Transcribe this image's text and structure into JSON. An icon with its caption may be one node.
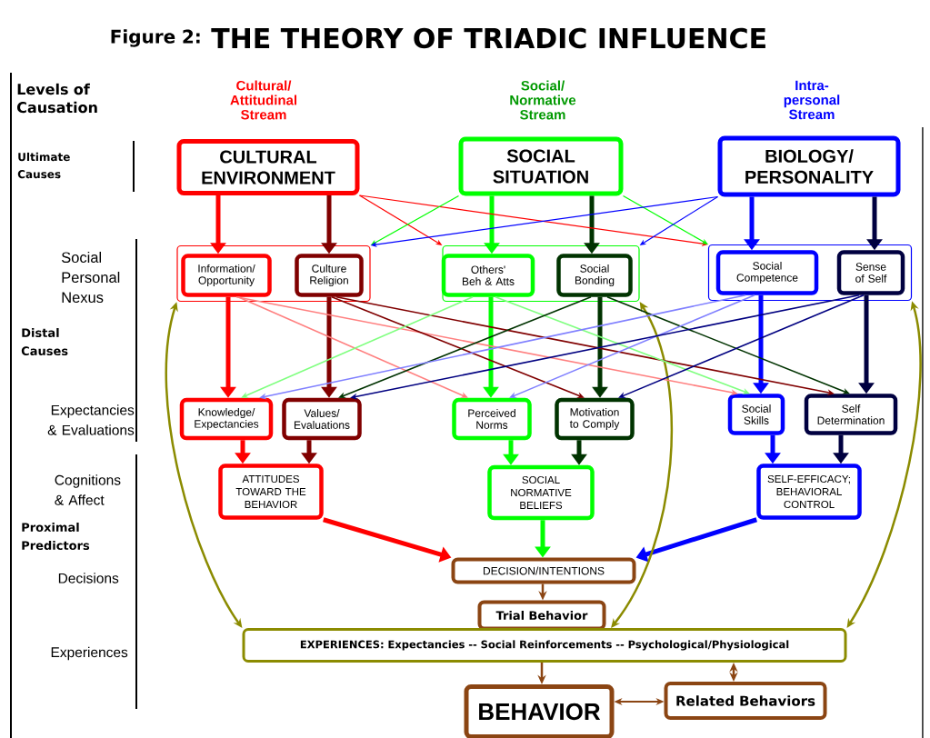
{
  "diagram": {
    "title": "THE THEORY OF TRIADIC INFLUENCE",
    "nodes": [
      {
        "text": [
          "CULTURAL ENVIRONMENT"
        ]
      },
      {
        "text": [
          "SOCIAL SITUATION"
        ]
      },
      {
        "text": [
          "BIOLOGY/ PERSONALITY"
        ]
      },
      {
        "text": [],
        "shape": "box"
      },
      {
        "text": [
          "Information/ Opportunity"
        ],
        "in": 3
      },
      {
        "text": [
          "Culture Religion"
        ],
        "in": 3
      },
      {
        "text": [],
        "shape": "box"
      },
      {
        "text": [
          "Others' Beh & Atts"
        ],
        "in": 6
      },
      {
        "text": [
          "Social Bonding"
        ],
        "in": 6
      },
      {
        "text": [],
        "shape": "box"
      },
      {
        "text": [
          "Social Competence"
        ],
        "in": 9
      },
      {
        "text": [
          "Sense of Self"
        ],
        "in": 9
      },
      {
        "text": [
          "Knowledge/ Expectancies"
        ]
      },
      {
        "text": [
          "Values/ Evaluations"
        ]
      },
      {
        "text": [
          "Perceived Norms"
        ]
      },
      {
        "text": [
          "Motivation to Comply"
        ]
      },
      {
        "text": [
          "Social Skills"
        ]
      },
      {
        "text": [
          "Self Determination"
        ]
      },
      {
        "text": [
          "ATTITUDES TOWARD THE BEHAVIOR"
        ]
      },
      {
        "text": [
          "SOCIAL NORMATIVE BELIEFS"
        ]
      },
      {
        "text": [
          "SELF-EFFICACY; BEHAVIORAL CONTROL"
        ]
      },
      {
        "text": [
          "DECISION/INTENTIONS"
        ]
      },
      {
        "text": [
          "Trial Behavior"
        ]
      },
      {
        "text": [
          "EXPERIENCES: Expectancies -- Social Reinforcements -- Psychological/Physiological"
        ]
      },
      {
        "text": [
          "BEHAVIOR"
        ]
      },
      {
        "text": [
          "Related Behaviors"
        ]
      }
    ],
    "edges": [
      {
        "from": 0,
        "to": 4,
        "arrow": "to",
        "style": "thick",
        "color": "#ff0000"
      },
      {
        "from": 0,
        "to": 5,
        "arrow": "to",
        "style": "thick",
        "color": "#800000"
      },
      {
        "from": 1,
        "to": 7,
        "arrow": "to",
        "style": "thick",
        "color": "#00ff00"
      },
      {
        "from": 1,
        "to": 8,
        "arrow": "to",
        "style": "thick",
        "color": "#003300"
      },
      {
        "from": 2,
        "to": 10,
        "arrow": "to",
        "style": "thick",
        "color": "#0000ff"
      },
      {
        "from": 2,
        "to": 11,
        "arrow": "to",
        "style": "thick",
        "color": "#000040"
      },
      {
        "from": 4,
        "to": 12,
        "arrow": "to",
        "style": "thick",
        "color": "#ff0000"
      },
      {
        "from": 5,
        "to": 13,
        "arrow": "to",
        "style": "thick",
        "color": "#800000"
      },
      {
        "from": 7,
        "to": 14,
        "arrow": "to",
        "style": "thick",
        "color": "#00ff00"
      },
      {
        "from": 8,
        "to": 15,
        "arrow": "to",
        "style": "thick",
        "color": "#003300"
      },
      {
        "from": 10,
        "to": 16,
        "arrow": "to",
        "style": "thick",
        "color": "#0000ff"
      },
      {
        "from": 11,
        "to": 17,
        "arrow": "to",
        "style": "thick",
        "color": "#000040"
      },
      {
        "from": 12,
        "to": 18,
        "arrow": "to",
        "style": "thick",
        "color": "#ff0000"
      },
      {
        "from": 13,
        "to": 18,
        "arrow": "to",
        "style": "thick",
        "color": "#800000"
      },
      {
        "from": 14,
        "to": 19,
        "arrow": "to",
        "style": "thick",
        "color": "#00ff00"
      },
      {
        "from": 15,
        "to": 19,
        "arrow": "to",
        "style": "thick",
        "color": "#003300"
      },
      {
        "from": 16,
        "to": 20,
        "arrow": "to",
        "style": "thick",
        "color": "#0000ff"
      },
      {
        "from": 17,
        "to": 20,
        "arrow": "to",
        "style": "thick",
        "color": "#000040"
      },
      {
        "from": 18,
        "to": 21,
        "arrow": "to",
        "style": "thick",
        "color": "#ff0000"
      },
      {
        "from": 19,
        "to": 21,
        "arrow": "to",
        "style": "thick",
        "color": "#00ff00"
      },
      {
        "from": 20,
        "to": 21,
        "arrow": "to",
        "style": "thick",
        "color": "#0000ff"
      },
      {
        "from": 21,
        "to": 22,
        "arrow": "to",
        "color": "#8b4513"
      },
      {
        "from": 23,
        "to": 24,
        "arrow": "to",
        "color": "#8b4513"
      },
      {
        "from": 24,
        "to": 25,
        "arrow": "both",
        "color": "#8b4513"
      },
      {
        "from": 23,
        "to": 25,
        "arrow": "both",
        "color": "#8b4513"
      },
      {
        "from": 23,
        "to": 3,
        "arrow": "both",
        "color": "#8b8b00"
      },
      {
        "from": 23,
        "to": 6,
        "arrow": "both",
        "color": "#8b8b00"
      },
      {
        "from": 23,
        "to": 9,
        "arrow": "both",
        "color": "#8b8b00"
      },
      {
        "from": 0,
        "to": 6,
        "arrow": "to",
        "color": "#ff0000"
      },
      {
        "from": 0,
        "to": 9,
        "arrow": "to",
        "color": "#ff0000"
      },
      {
        "from": 1,
        "to": 3,
        "arrow": "to",
        "color": "#00ff00"
      },
      {
        "from": 1,
        "to": 9,
        "arrow": "to",
        "color": "#00ff00"
      },
      {
        "from": 2,
        "to": 3,
        "arrow": "to",
        "color": "#0000ff"
      },
      {
        "from": 2,
        "to": 6,
        "arrow": "to",
        "color": "#0000ff"
      },
      {
        "from": 4,
        "to": 14,
        "arrow": "to",
        "color": "#ff8080"
      },
      {
        "from": 4,
        "to": 16,
        "arrow": "to",
        "color": "#ff8080"
      },
      {
        "from": 5,
        "to": 15,
        "arrow": "to",
        "color": "#800000"
      },
      {
        "from": 5,
        "to": 17,
        "arrow": "to",
        "color": "#800000"
      },
      {
        "from": 7,
        "to": 12,
        "arrow": "to",
        "color": "#80ff80"
      },
      {
        "from": 7,
        "to": 16,
        "arrow": "to",
        "color": "#80ff80"
      },
      {
        "from": 8,
        "to": 13,
        "arrow": "to",
        "color": "#003300"
      },
      {
        "from": 8,
        "to": 17,
        "arrow": "to",
        "color": "#003300"
      },
      {
        "from": 10,
        "to": 12,
        "arrow": "to",
        "color": "#8080ff"
      },
      {
        "from": 10,
        "to": 14,
        "arrow": "to",
        "color": "#8080ff"
      },
      {
        "from": 11,
        "to": 13,
        "arrow": "to",
        "color": "#000080"
      },
      {
        "from": 11,
        "to": 15,
        "arrow": "to",
        "color": "#000080"
      }
    ],
    "labels": [
      "Figure 2:",
      "Levels of Causation",
      "Cultural/ Attitudinal Stream",
      "Social/ Normative Stream",
      "Intra- personal Stream",
      "Ultimate Causes",
      "Social Personal Nexus",
      "Distal Causes",
      "Expectancies & Evaluations",
      "Cognitions & Affect",
      "Proximal Predictors",
      "Decisions",
      "Experiences"
    ]
  }
}
